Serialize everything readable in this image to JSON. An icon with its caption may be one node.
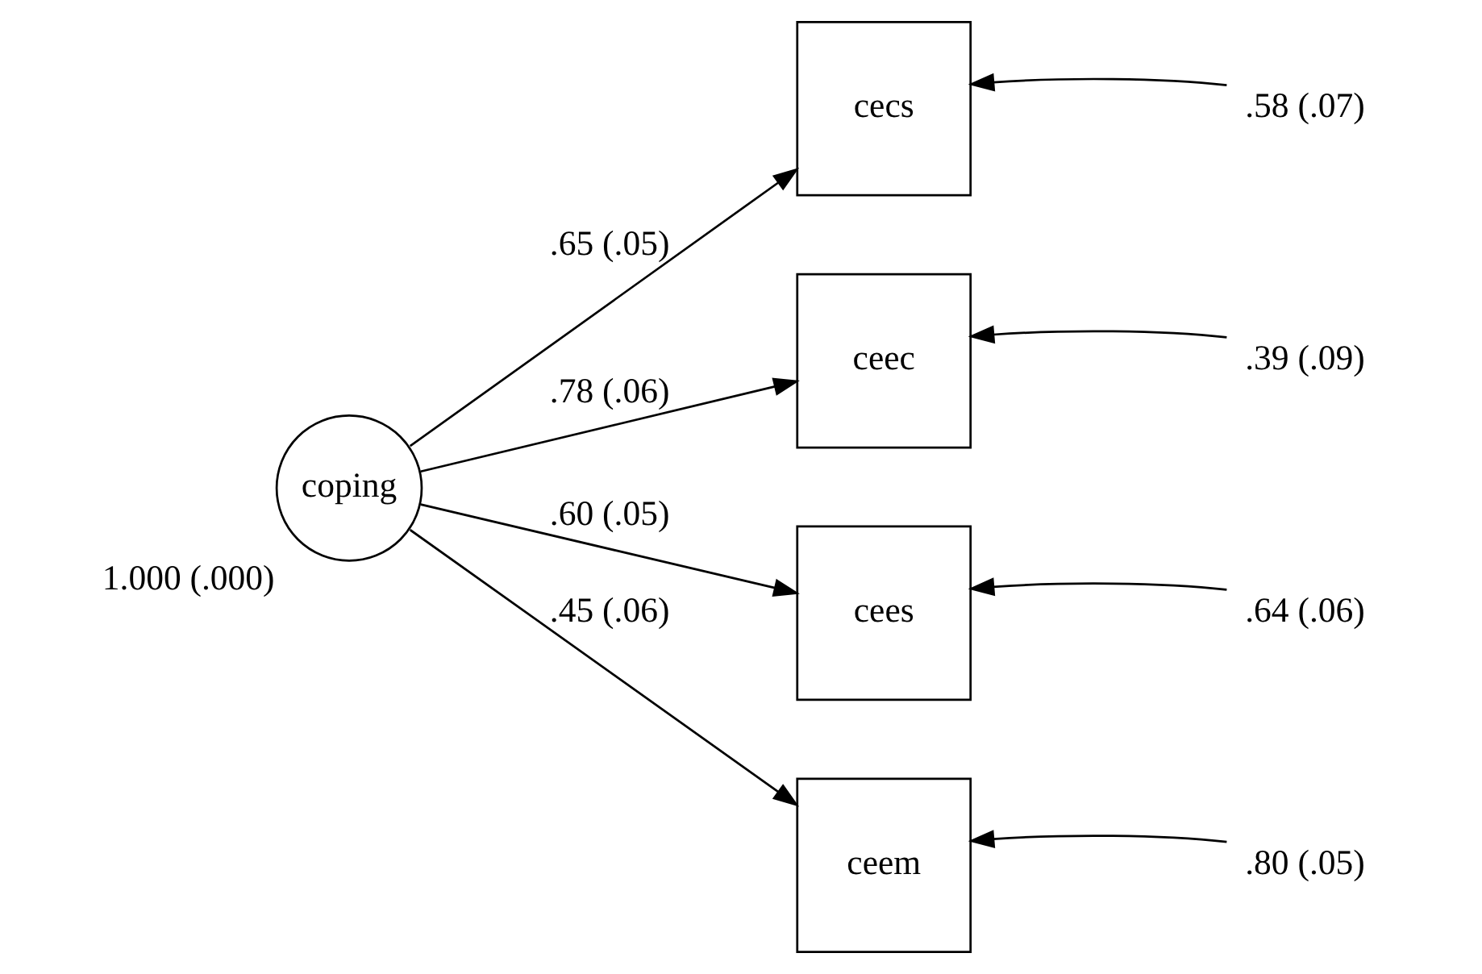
{
  "diagram": {
    "nodes": [
      {
        "text": [
          "coping"
        ],
        "beside": [
          "1.000 (.000)"
        ]
      },
      {
        "text": [
          "cecs"
        ]
      },
      {
        "text": [
          "ceec"
        ]
      },
      {
        "text": [
          "cees"
        ]
      },
      {
        "text": [
          "ceem"
        ]
      },
      {
        "text": [
          ".58 (.07)"
        ]
      },
      {
        "text": [
          ".39 (.09)"
        ]
      },
      {
        "text": [
          ".64 (.06)"
        ]
      },
      {
        "text": [
          ".80 (.05)"
        ]
      }
    ],
    "edges": [
      {
        "from": 0,
        "to": 1,
        "arrow": "to",
        "label": ".65 (.05)"
      },
      {
        "from": 0,
        "to": 2,
        "arrow": "to",
        "label": ".78 (.06)"
      },
      {
        "from": 0,
        "to": 3,
        "arrow": "to",
        "label": ".60 (.05)"
      },
      {
        "from": 0,
        "to": 4,
        "arrow": "to",
        "label": ".45 (.06)"
      },
      {
        "from": 5,
        "to": 1,
        "arrow": "to"
      },
      {
        "from": 6,
        "to": 2,
        "arrow": "to"
      },
      {
        "from": 7,
        "to": 3,
        "arrow": "to"
      },
      {
        "from": 8,
        "to": 4,
        "arrow": "to"
      }
    ]
  }
}
